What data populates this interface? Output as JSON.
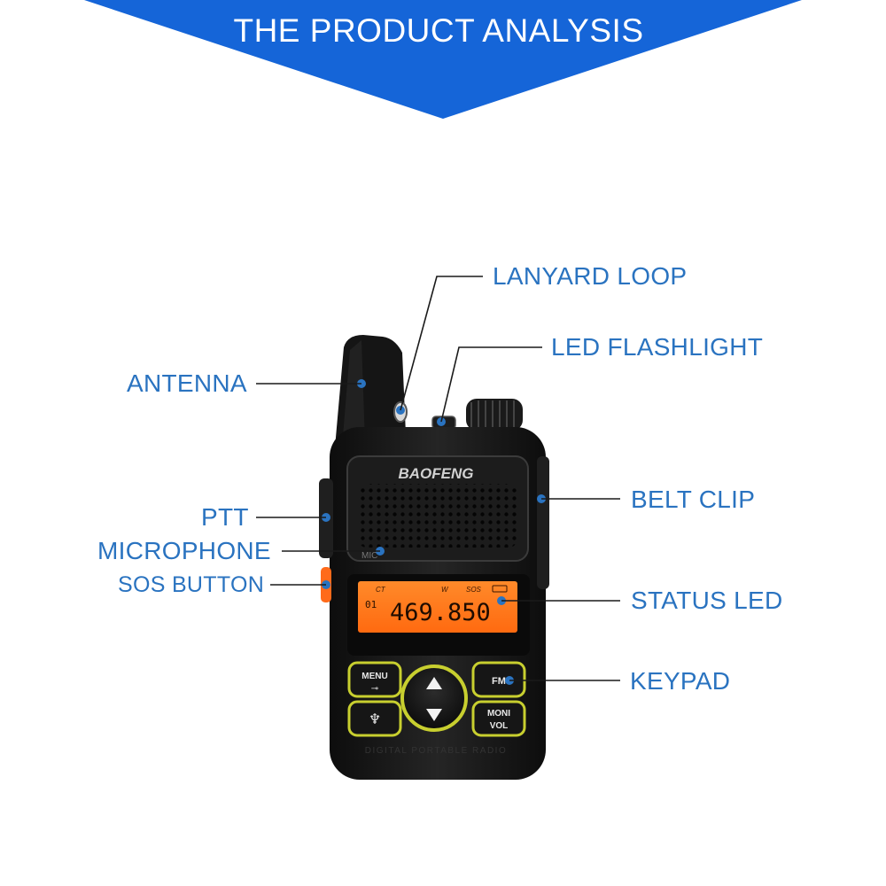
{
  "banner": {
    "title": "THE PRODUCT ANALYSIS",
    "color": "#1565d8"
  },
  "accent_color": "#2a73c0",
  "callouts": {
    "lanyard_loop": "LANYARD LOOP",
    "led_flashlight": "LED FLASHLIGHT",
    "antenna": "ANTENNA",
    "belt_clip": "BELT CLIP",
    "ptt": "PTT",
    "microphone": "MICROPHONE",
    "sos_button": "SOS BUTTON",
    "status_led": "STATUS LED",
    "keypad": "KEYPAD"
  },
  "radio": {
    "brand": "BAOFENG",
    "mic_label": "MIC",
    "display": {
      "indicators": [
        "CT",
        "W",
        "SOS"
      ],
      "channel": "01",
      "frequency": "469.850",
      "backlight_color": "#ff7a1a"
    },
    "keys": {
      "menu": "MENU",
      "fm": "FM",
      "moni": "MONI",
      "vol": "VOL"
    },
    "key_ring_color": "#c8cf2f",
    "footer": "DIGITAL PORTABLE RADIO"
  }
}
